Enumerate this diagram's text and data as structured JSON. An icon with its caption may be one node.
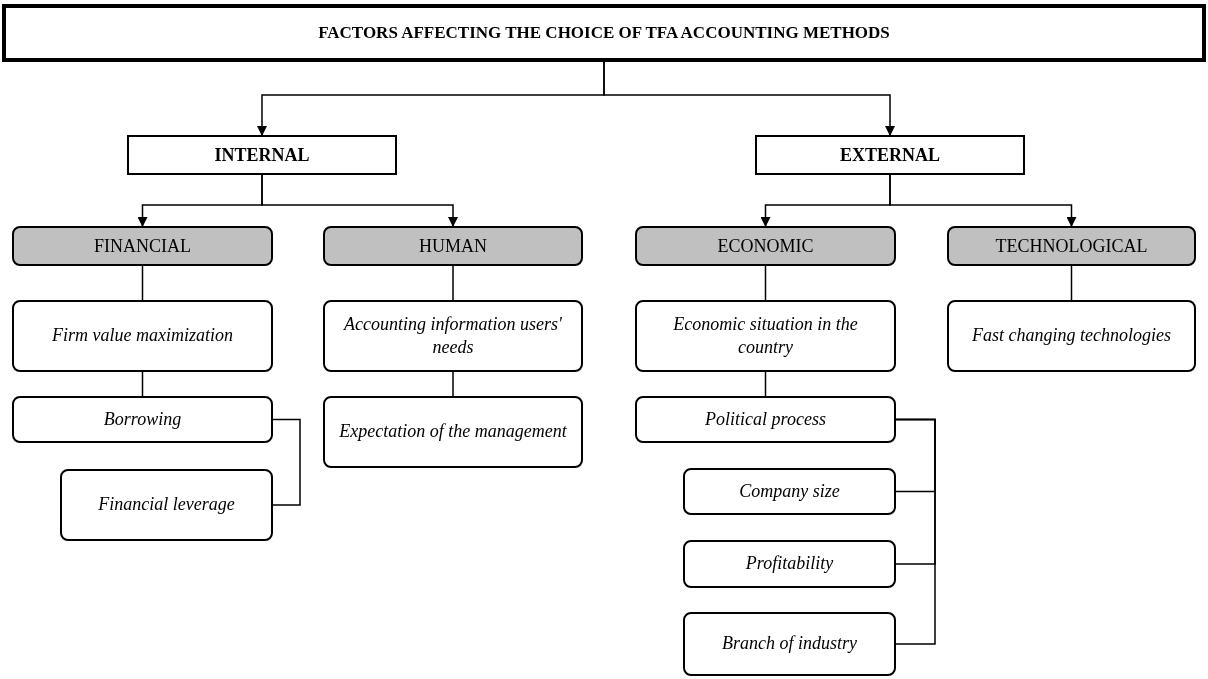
{
  "diagram": {
    "nodes": [
      {
        "text": [
          "FACTORS AFFECTING THE CHOICE OF TFA ACCOUNTING METHODS"
        ]
      },
      {
        "text": [
          "INTERNAL"
        ]
      },
      {
        "text": [
          "EXTERNAL"
        ]
      },
      {
        "text": [
          "FINANCIAL"
        ]
      },
      {
        "text": [
          "HUMAN"
        ]
      },
      {
        "text": [
          "ECONOMIC"
        ]
      },
      {
        "text": [
          "TECHNOLOGICAL"
        ]
      },
      {
        "text": [
          "Firm value maximization"
        ]
      },
      {
        "text": [
          "Accounting information users' needs"
        ]
      },
      {
        "text": [
          "Economic situation in the country"
        ]
      },
      {
        "text": [
          "Fast changing technologies"
        ]
      },
      {
        "text": [
          "Borrowing"
        ]
      },
      {
        "text": [
          "Expectation of the management"
        ]
      },
      {
        "text": [
          "Financial leverage"
        ]
      },
      {
        "text": [
          "Political process"
        ]
      },
      {
        "text": [
          "Company size"
        ]
      },
      {
        "text": [
          "Profitability"
        ]
      },
      {
        "text": [
          "Branch of industry"
        ]
      }
    ],
    "edges": [
      {
        "from": 0,
        "to": 1,
        "arrow": "to"
      },
      {
        "from": 0,
        "to": 2,
        "arrow": "to"
      },
      {
        "from": 1,
        "to": 3,
        "arrow": "to"
      },
      {
        "from": 1,
        "to": 4,
        "arrow": "to"
      },
      {
        "from": 2,
        "to": 5,
        "arrow": "to"
      },
      {
        "from": 2,
        "to": 6,
        "arrow": "to"
      },
      {
        "from": 3,
        "to": 7,
        "arrow": "none"
      },
      {
        "from": 7,
        "to": 11,
        "arrow": "none"
      },
      {
        "from": 11,
        "to": 13,
        "arrow": "none"
      },
      {
        "from": 4,
        "to": 8,
        "arrow": "none"
      },
      {
        "from": 8,
        "to": 12,
        "arrow": "none"
      },
      {
        "from": 5,
        "to": 9,
        "arrow": "none"
      },
      {
        "from": 9,
        "to": 14,
        "arrow": "none"
      },
      {
        "from": 14,
        "to": 15,
        "arrow": "none"
      },
      {
        "from": 14,
        "to": 16,
        "arrow": "none"
      },
      {
        "from": 14,
        "to": 17,
        "arrow": "none"
      },
      {
        "from": 6,
        "to": 10,
        "arrow": "none"
      }
    ]
  }
}
